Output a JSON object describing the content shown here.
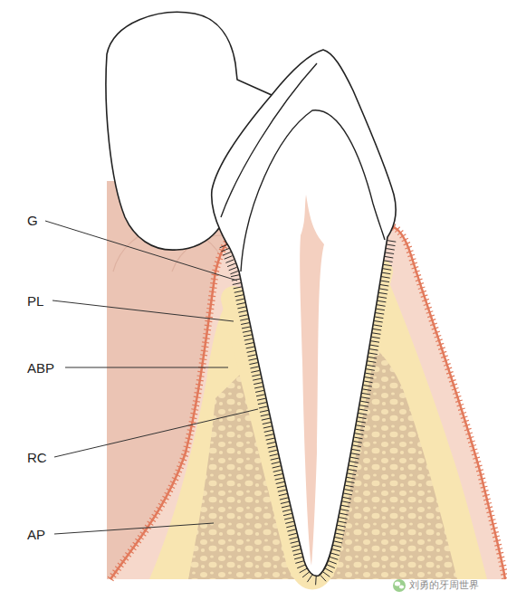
{
  "diagram": {
    "labels": [
      "G",
      "PL",
      "ABP",
      "RC",
      "AP",
      "刘勇的牙周世界"
    ]
  }
}
